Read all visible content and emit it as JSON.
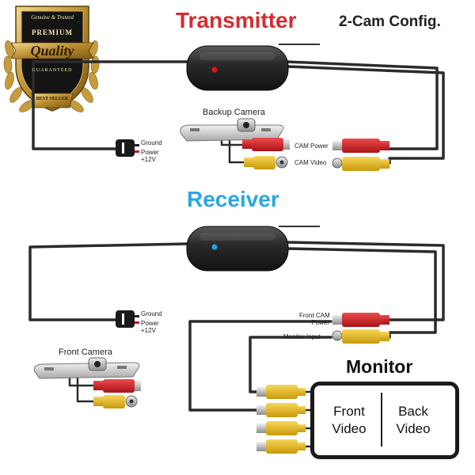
{
  "header": {
    "transmitter_title": "Transmitter",
    "config_label": "2-Cam Config.",
    "receiver_title": "Receiver"
  },
  "badge": {
    "line1": "Genuine & Trusted",
    "line2": "PREMIUM",
    "line3": "Quality",
    "line4": "GUARANTEED",
    "line5": "BEST SELLER"
  },
  "transmitter": {
    "ground_label": "Ground",
    "power_label": "Power\n+12V",
    "backup_camera_label": "Backup Camera",
    "cam_power_label": "CAM Power",
    "cam_video_label": "CAM Video",
    "led_color": "#e0141e"
  },
  "receiver": {
    "ground_label": "Ground",
    "power_label": "Power\n+12V",
    "front_cam_power_label": "Front CAM\nPower",
    "monitor_input_label": "Monitor Input",
    "front_camera_label": "Front Camera",
    "led_color": "#1da7e8"
  },
  "monitor": {
    "title": "Monitor",
    "left_input": "Front\nVideo",
    "right_input": "Back\nVideo"
  },
  "colors": {
    "transmitter_red": "#d52b32",
    "receiver_blue": "#2aa7e2",
    "cable": "#2b2b2b",
    "rca_red": "#d6262b",
    "rca_yellow": "#e8b818",
    "badge_gold": "#c9a24a"
  }
}
